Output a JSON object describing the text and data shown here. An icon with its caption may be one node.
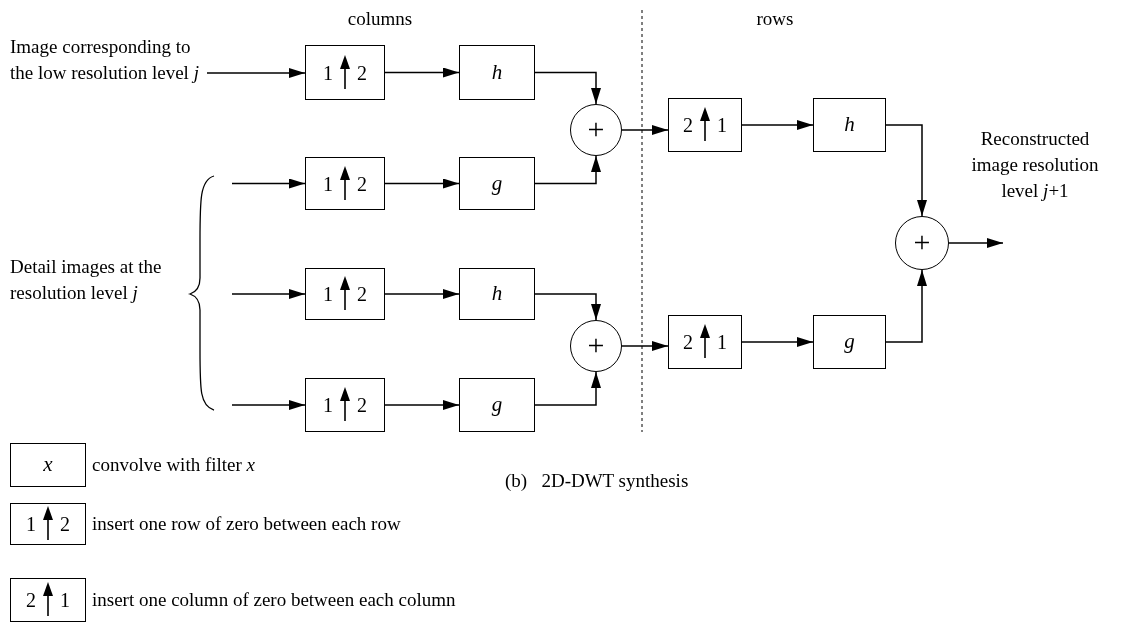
{
  "diagram": {
    "caption": "(b)   2D-DWT synthesis",
    "nodes": [
      {
        "text": [
          "Image corresponding to the low resolution level *j*"
        ]
      },
      {
        "text": [
          "1",
          "2"
        ]
      },
      {
        "text": [
          "h"
        ]
      },
      {
        "text": [
          "+"
        ]
      },
      {
        "text": [
          "2",
          "1"
        ]
      },
      {
        "text": [
          "h"
        ]
      },
      {
        "text": [
          "1",
          "2"
        ]
      },
      {
        "text": [
          "g"
        ]
      },
      {
        "text": [
          "+"
        ]
      },
      {
        "text": [
          "1",
          "2"
        ]
      },
      {
        "text": [
          "h"
        ]
      },
      {
        "text": [
          "+"
        ]
      },
      {
        "text": [
          "2",
          "1"
        ]
      },
      {
        "text": [
          "g"
        ]
      },
      {
        "text": [
          "1",
          "2"
        ]
      },
      {
        "text": [
          "g"
        ]
      },
      {
        "text": [
          "x"
        ],
        "beside": [
          "convolve with filter *x*"
        ]
      },
      {
        "text": [
          "1",
          "2"
        ],
        "beside": [
          "insert one row of zero between each row"
        ]
      },
      {
        "text": [
          "2",
          "1"
        ],
        "beside": [
          "insert one column of zero between each column"
        ]
      }
    ],
    "edges": [
      {
        "from": 0,
        "to": 1,
        "arrow": "to"
      },
      {
        "from": 1,
        "to": 2,
        "arrow": "to"
      },
      {
        "from": 2,
        "to": 3,
        "arrow": "to"
      },
      {
        "from": null,
        "to": 6,
        "arrow": "to"
      },
      {
        "from": 6,
        "to": 7,
        "arrow": "to"
      },
      {
        "from": 7,
        "to": 3,
        "arrow": "to"
      },
      {
        "from": 3,
        "to": 4,
        "arrow": "to"
      },
      {
        "from": 4,
        "to": 5,
        "arrow": "to"
      },
      {
        "from": 5,
        "to": 8,
        "arrow": "to"
      },
      {
        "from": null,
        "to": 9,
        "arrow": "to"
      },
      {
        "from": 9,
        "to": 10,
        "arrow": "to"
      },
      {
        "from": 10,
        "to": 11,
        "arrow": "to"
      },
      {
        "from": null,
        "to": 14,
        "arrow": "to"
      },
      {
        "from": 14,
        "to": 15,
        "arrow": "to"
      },
      {
        "from": 15,
        "to": 11,
        "arrow": "to"
      },
      {
        "from": 11,
        "to": 12,
        "arrow": "to"
      },
      {
        "from": 12,
        "to": 13,
        "arrow": "to"
      },
      {
        "from": 13,
        "to": 8,
        "arrow": "to"
      },
      {
        "from": 8,
        "to": null,
        "arrow": "to"
      }
    ],
    "labels": [
      "columns",
      "rows",
      "Detail images at the resolution level *j*",
      "Reconstructed image resolution level *j*+1"
    ]
  }
}
